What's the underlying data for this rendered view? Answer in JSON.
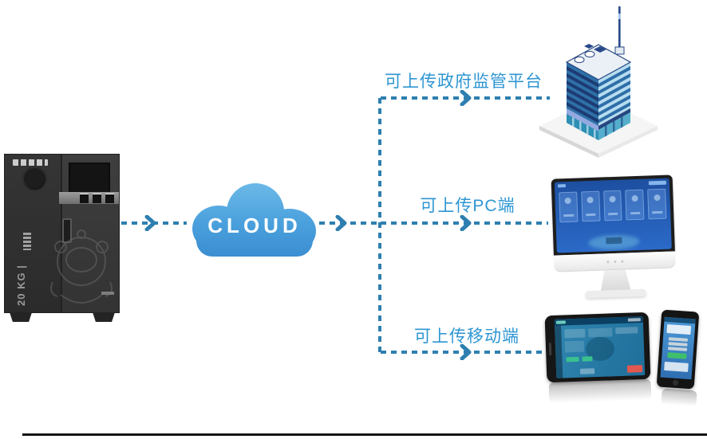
{
  "diagram": {
    "cloud_label": "CLOUD",
    "machine": {
      "weight_label": "20 KG |"
    },
    "branches": [
      {
        "label": "可上传政府监管平台",
        "target_icon": "government-building-icon"
      },
      {
        "label": "可上传PC端",
        "target_icon": "desktop-monitor-icon"
      },
      {
        "label": "可上传移动端",
        "target_icon": "tablet-and-phone-icon"
      }
    ],
    "icons": {
      "source": "recycling-kiosk-icon",
      "hub": "cloud-icon"
    },
    "colors": {
      "connector_dash": "#2E7FB0",
      "label_text": "#2E96D3",
      "cloud_top": "#6FBBE9",
      "cloud_bottom": "#3A8CD0",
      "machine_body": "#363636",
      "building_navy": "#1C3B72",
      "building_teal": "#3C8FC4",
      "screen_blue": "#2B6AC8"
    }
  }
}
